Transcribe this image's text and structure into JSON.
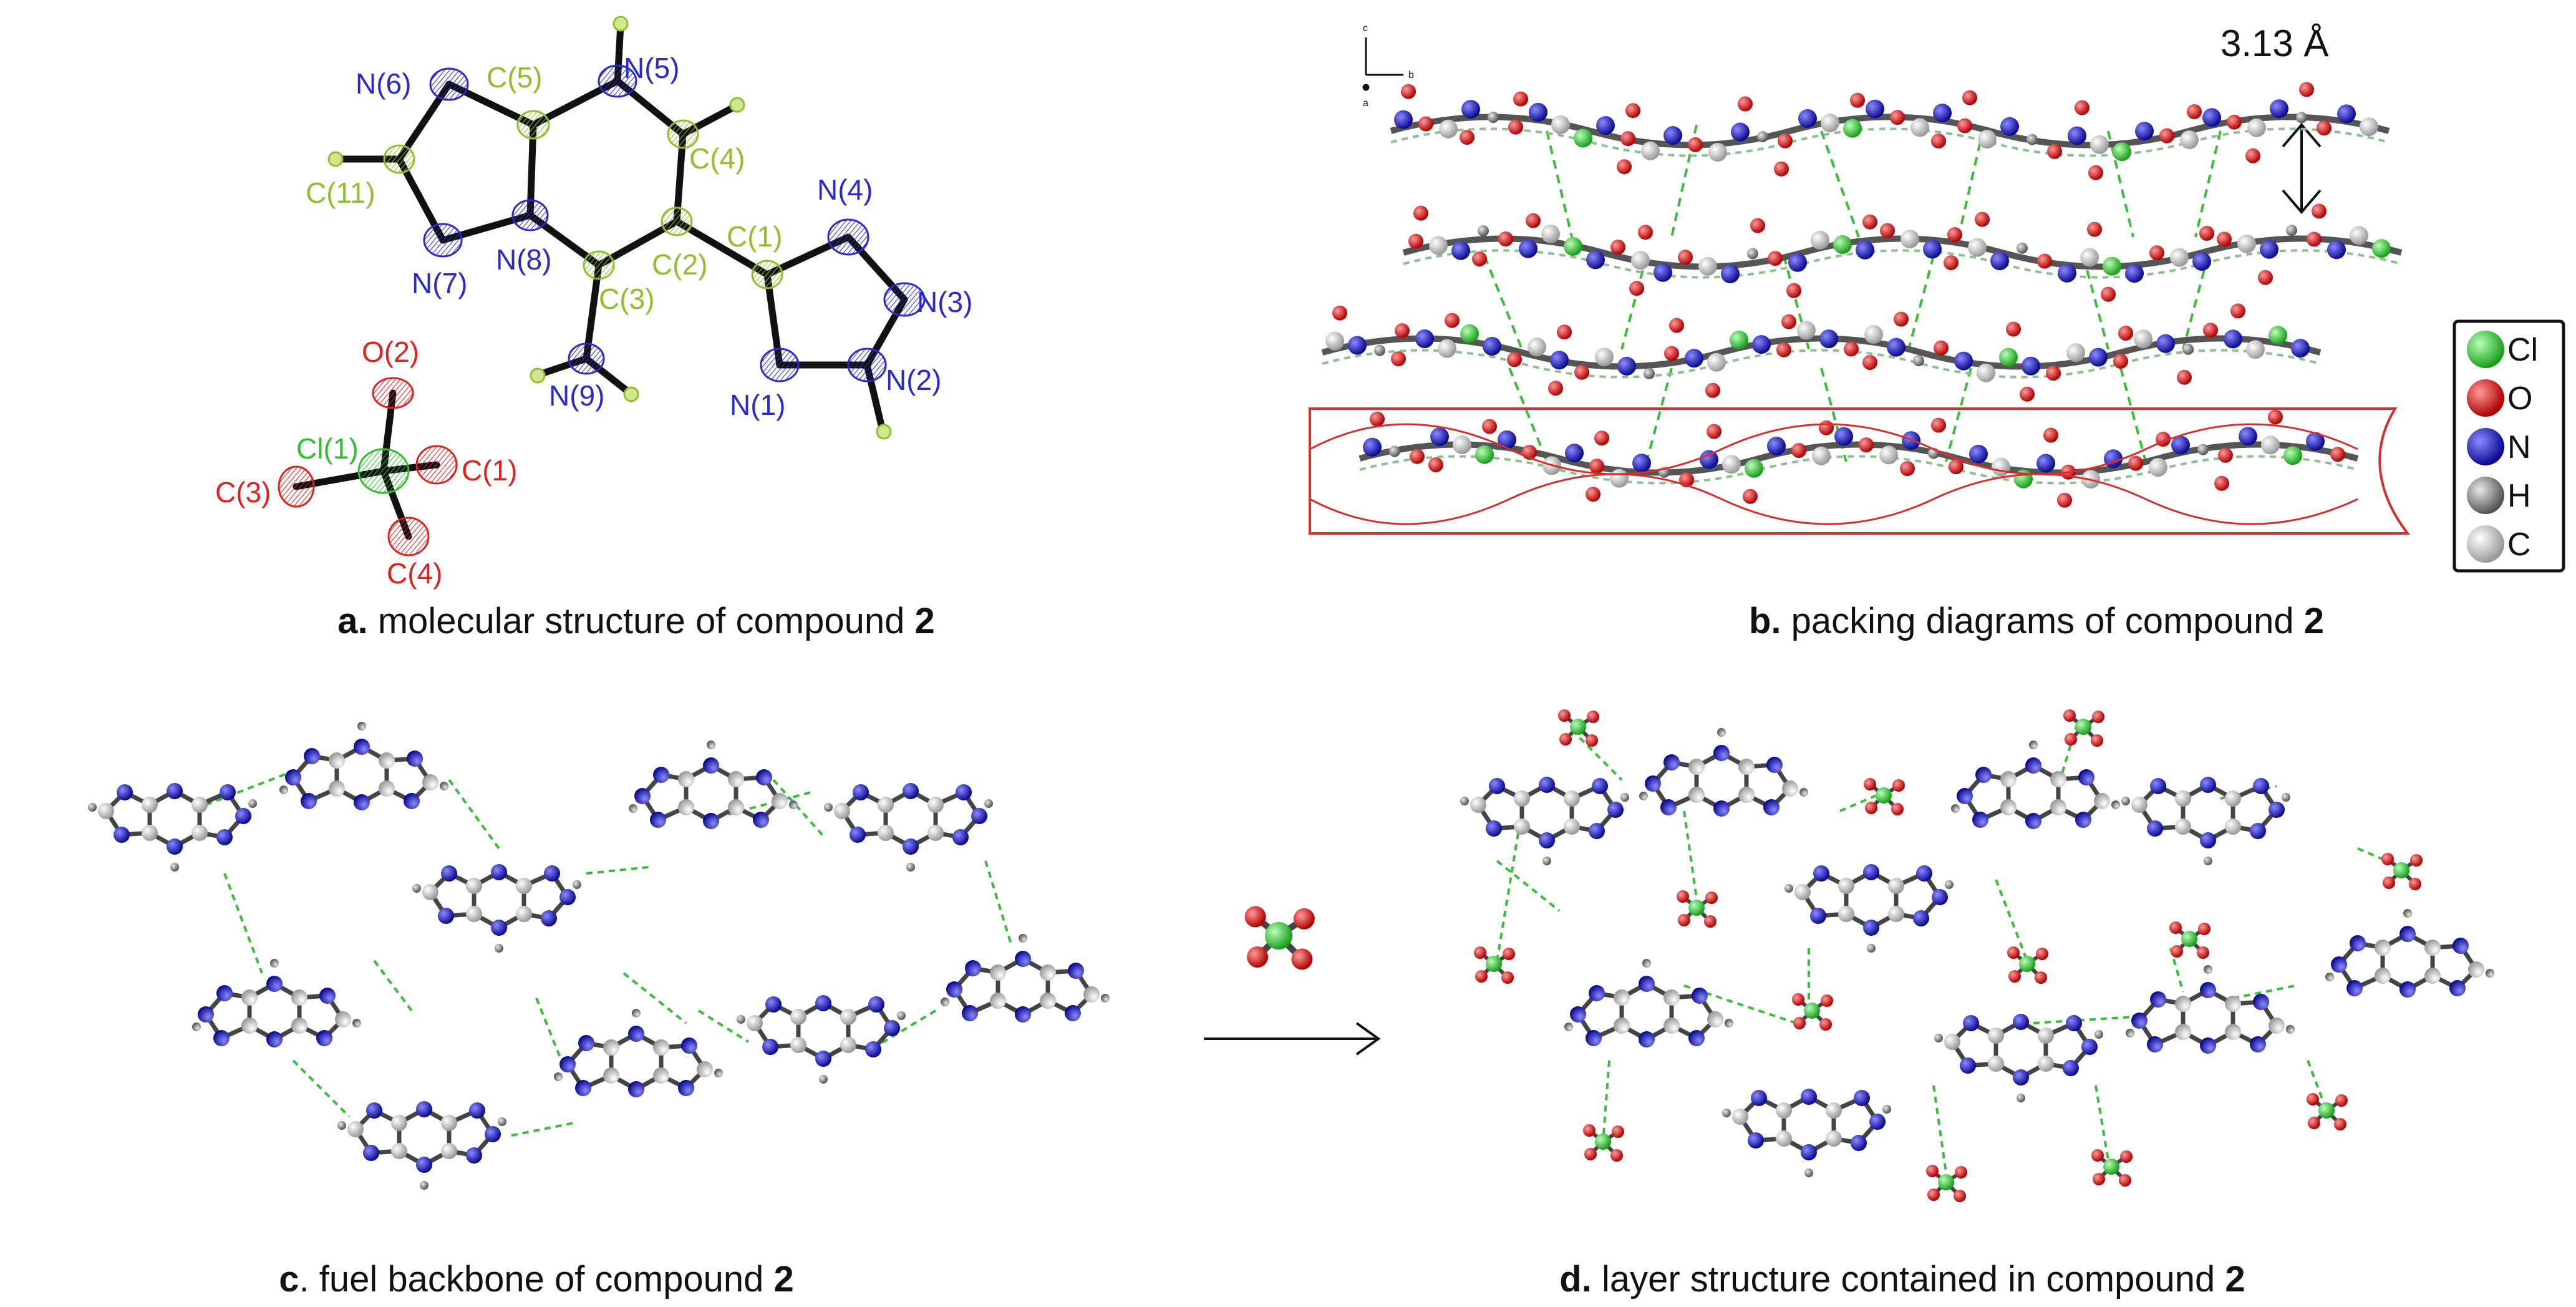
{
  "panel_a": {
    "labels": {
      "n6": "N(6)",
      "c5": "C(5)",
      "n5": "N(5)",
      "c4": "C(4)",
      "c11": "C(11)",
      "n8": "N(8)",
      "c2": "C(2)",
      "c1": "C(1)",
      "n4": "N(4)",
      "n7": "N(7)",
      "c3": "C(3)",
      "n3": "N(3)",
      "n9": "N(9)",
      "n1": "N(1)",
      "n2": "N(2)",
      "o2": "O(2)",
      "cl1": "Cl(1)",
      "ox1": "C(1)",
      "ox3": "C(3)",
      "ox4": "C(4)"
    },
    "caption_prefix": "a.",
    "caption_text": " molecular structure of compound ",
    "caption_num": "2"
  },
  "panel_b": {
    "axes": {
      "c": "c",
      "b": "b",
      "a": "a"
    },
    "distance": "3.13 Å",
    "legend": [
      {
        "symbol": "Cl",
        "color": "#22c722"
      },
      {
        "symbol": "O",
        "color": "#dd1111"
      },
      {
        "symbol": "N",
        "color": "#1a1acc"
      },
      {
        "symbol": "H",
        "color": "#8a8a8a"
      },
      {
        "symbol": "C",
        "color": "#cfcfcf"
      }
    ],
    "caption_prefix": "b.",
    "caption_text": " packing diagrams of compound ",
    "caption_num": "2"
  },
  "panel_c": {
    "caption_prefix": "c",
    "caption_text": ". fuel backbone of compound ",
    "caption_num": "2"
  },
  "panel_d": {
    "caption_prefix": "d.",
    "caption_text": " layer structure contained in compound ",
    "caption_num": "2"
  },
  "colors": {
    "cl": "#22c722",
    "o": "#dd1111",
    "n": "#1a1acc",
    "h": "#8a8a8a",
    "c": "#c8c8c8",
    "label_c": "#8fbf2f",
    "label_n": "#2a2ac8",
    "label_o": "#dd2222",
    "label_cl": "#2fbf2f",
    "hbond": "#3dbb3d",
    "box": "#d43030"
  }
}
